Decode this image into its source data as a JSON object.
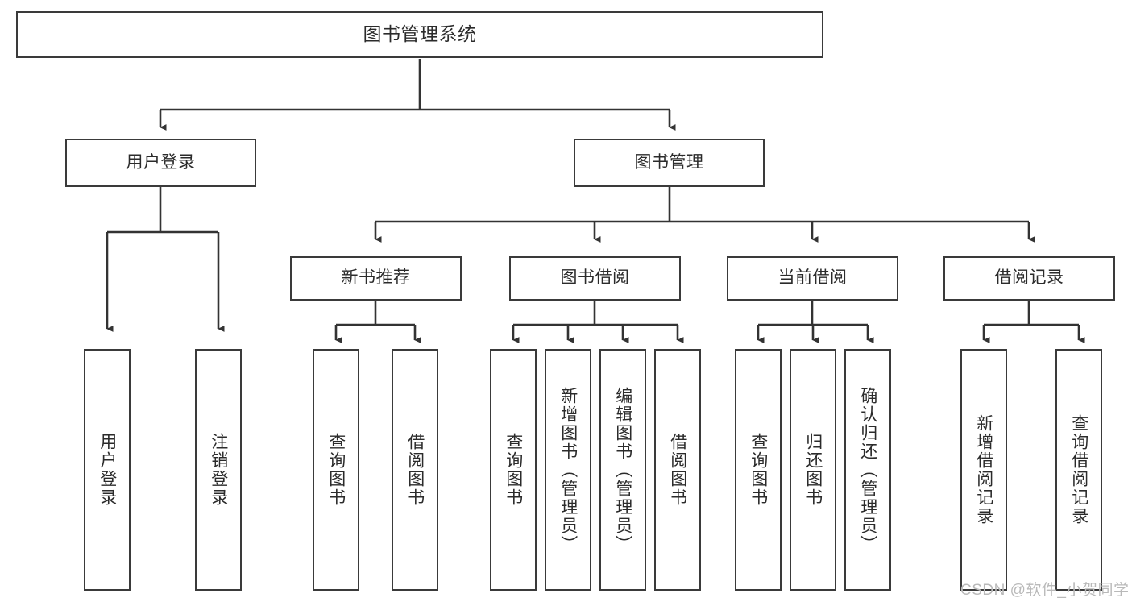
{
  "diagram": {
    "title": "图书管理系统",
    "type": "tree-hierarchy-diagram",
    "colors": {
      "box_border": "#3a3a3a",
      "box_fill": "#ffffff",
      "connector": "#333333",
      "text": "#2b2b2b",
      "watermark": "#b9b9b9",
      "background": "#ffffff"
    },
    "nodes": {
      "root": {
        "label": "图书管理系统"
      },
      "level2": [
        {
          "label": "用户登录"
        },
        {
          "label": "图书管理"
        }
      ],
      "level3": [
        {
          "label": "新书推荐"
        },
        {
          "label": "图书借阅"
        },
        {
          "label": "当前借阅"
        },
        {
          "label": "借阅记录"
        }
      ],
      "leaves": {
        "user_login": [
          {
            "label": "用户登录"
          },
          {
            "label": "注销登录"
          }
        ],
        "new_book_recommend": [
          {
            "label": "查询图书"
          },
          {
            "label": "借阅图书"
          }
        ],
        "book_borrow": [
          {
            "label": "查询图书"
          },
          {
            "label": "新增图书（管理员）"
          },
          {
            "label": "编辑图书（管理员）"
          },
          {
            "label": "借阅图书"
          }
        ],
        "current_borrow": [
          {
            "label": "查询图书"
          },
          {
            "label": "归还图书"
          },
          {
            "label": "确认归还（管理员）"
          }
        ],
        "borrow_records": [
          {
            "label": "新增借阅记录"
          },
          {
            "label": "查询借阅记录"
          }
        ]
      }
    },
    "watermark": "CSDN @软件_小贺同学"
  }
}
